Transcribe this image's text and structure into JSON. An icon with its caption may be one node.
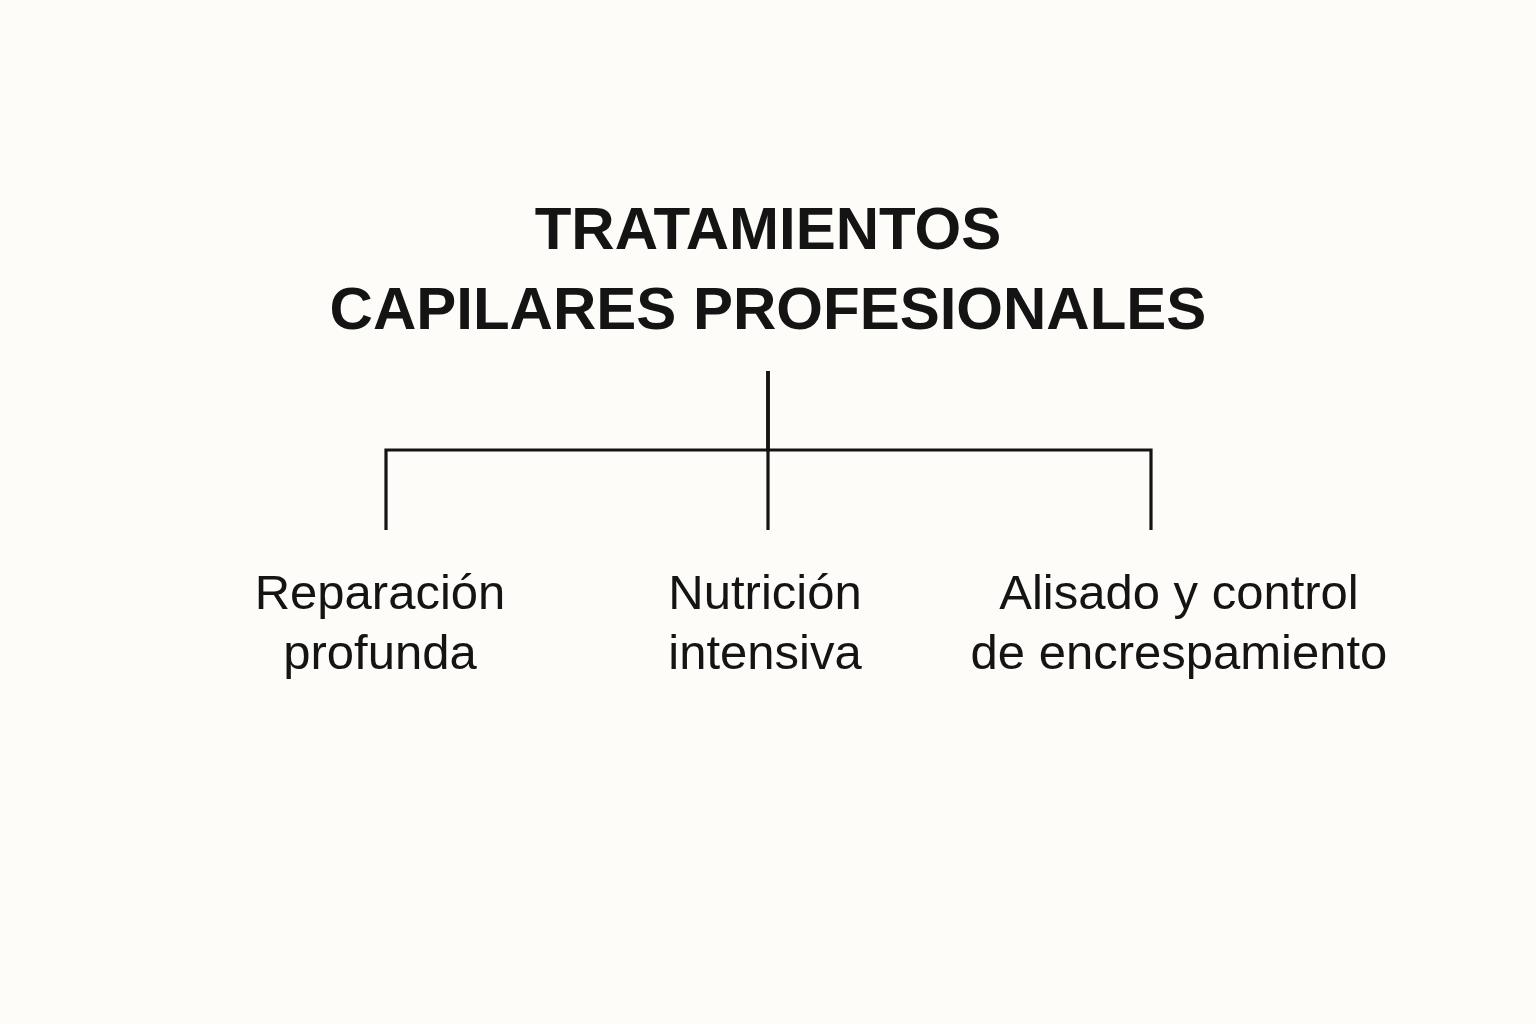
{
  "diagram": {
    "nodes": [
      {
        "text": [
          "TRATAMIENTOS CAPILARES PROFESIONALES"
        ]
      },
      {
        "text": [
          "Reparación profunda"
        ]
      },
      {
        "text": [
          "Nutrición intensiva"
        ]
      },
      {
        "text": [
          "Alisado y control de encrespamiento"
        ]
      }
    ],
    "edges": [
      {
        "from": 0,
        "to": 1,
        "arrow": "none"
      },
      {
        "from": 0,
        "to": 2,
        "arrow": "none"
      },
      {
        "from": 0,
        "to": 3,
        "arrow": "none"
      }
    ]
  }
}
